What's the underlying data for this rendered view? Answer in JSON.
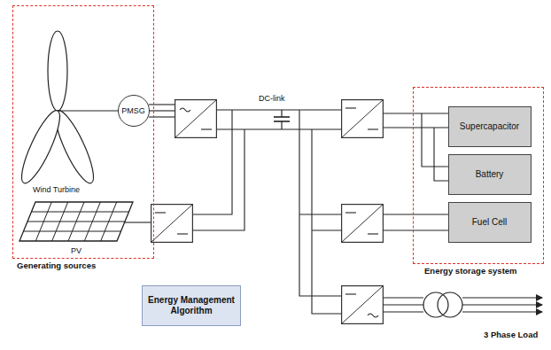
{
  "diagram": {
    "nodes": [
      {
        "text": [
          "Generating sources"
        ]
      },
      {
        "text": [
          "PMSG"
        ],
        "in": 0
      },
      {
        "text": [
          "Energy storage system"
        ]
      },
      {
        "text": [
          "Supercapacitor"
        ],
        "in": 2
      },
      {
        "text": [
          "Battery"
        ],
        "in": 2
      },
      {
        "text": [
          "Fuel Cell"
        ],
        "in": 2
      },
      {
        "text": [
          "Energy Management Algorithm"
        ]
      }
    ],
    "labels": [
      "Wind Turbine",
      "PV",
      "DC-link",
      "3 Phase Load"
    ]
  }
}
